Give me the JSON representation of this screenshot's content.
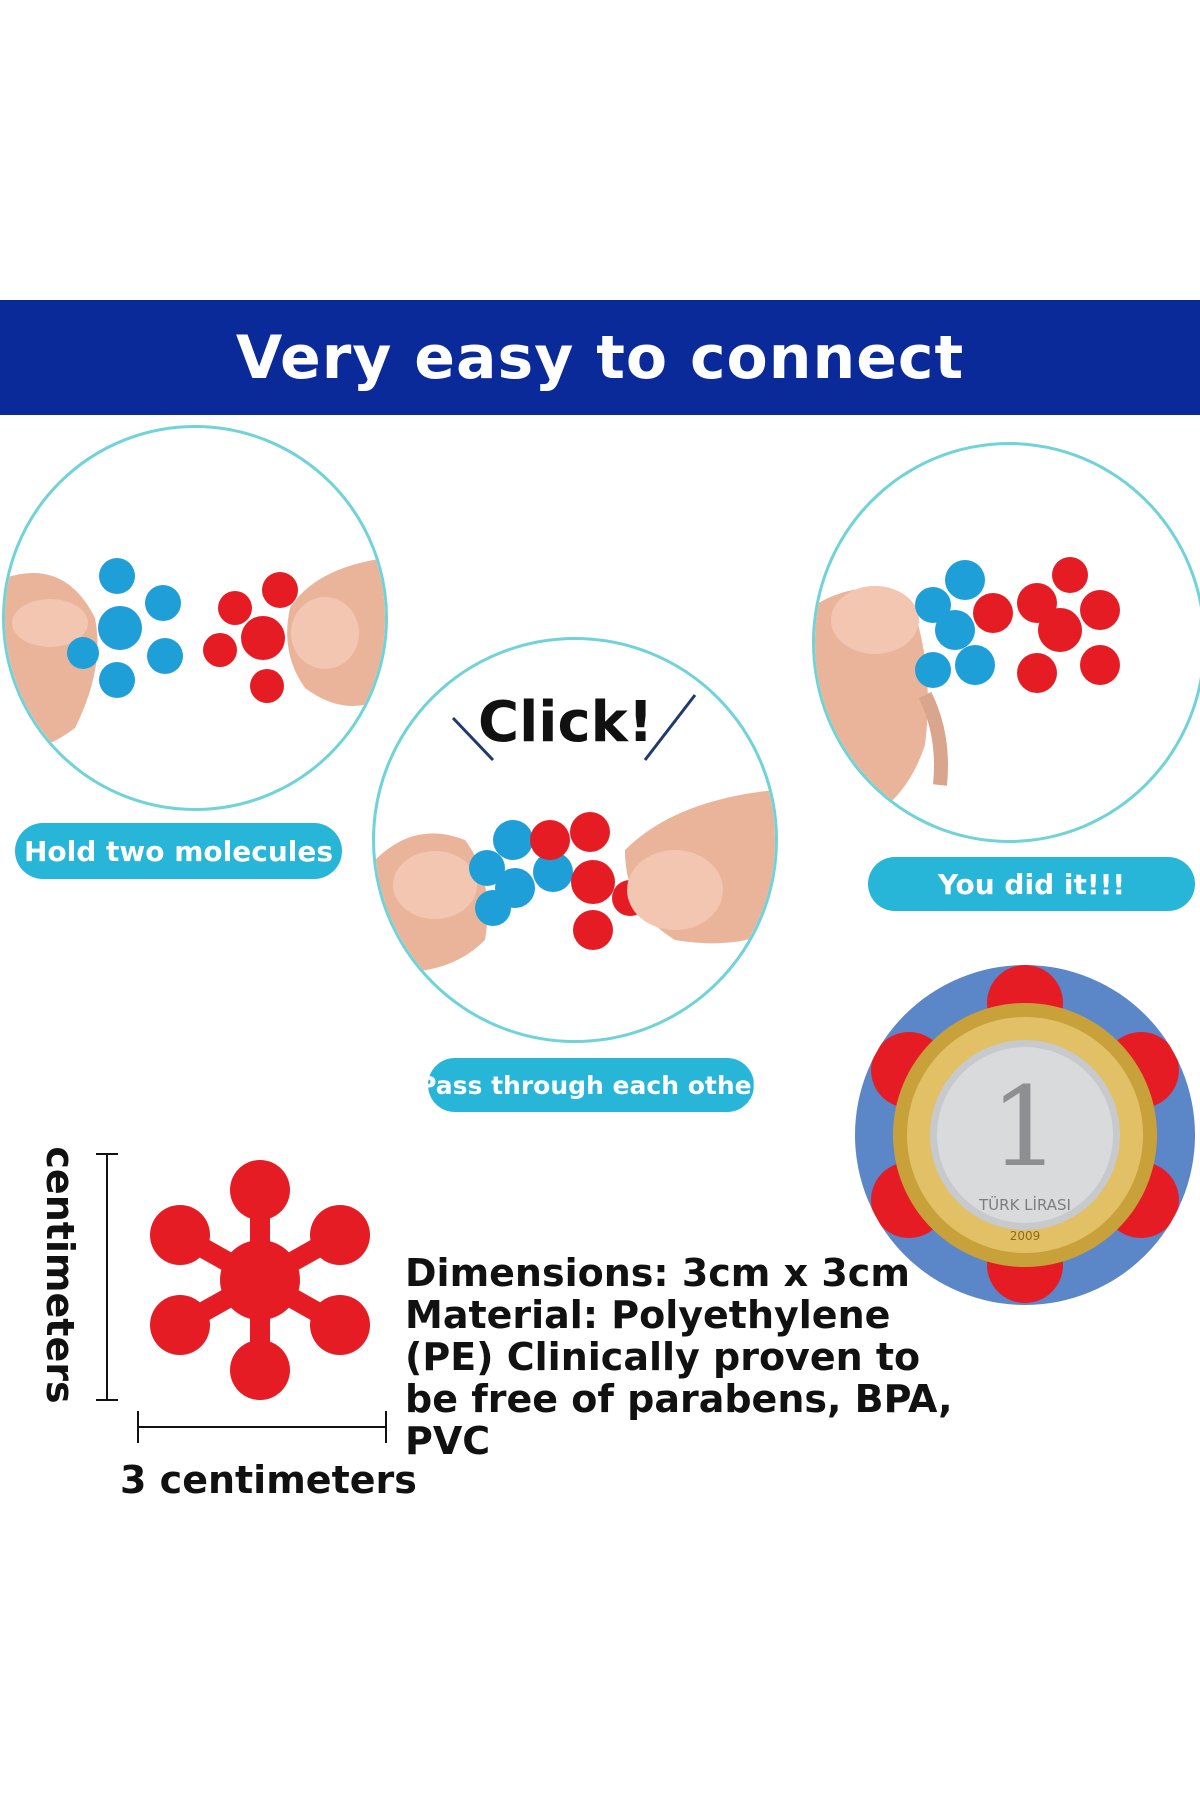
{
  "banner": {
    "title": "Very easy to connect"
  },
  "steps": [
    {
      "label": "Hold two molecules"
    },
    {
      "label": "Pass through each other",
      "sound": "Click!"
    },
    {
      "label": "You did it!!!"
    }
  ],
  "coin": {
    "label_1": "1",
    "label_2": "TÜRK LİRASI",
    "year": "2009"
  },
  "dimensions": {
    "width_label": "3 centimeters",
    "height_label": "centimeters"
  },
  "spec_text": "Dimensions: 3cm x 3cm Material: Polyethylene (PE) Clinically proven to be free of parabens, BPA, PVC",
  "colors": {
    "banner": "#0b2a9a",
    "pill": "#27b6d8",
    "molecule_red": "#e61c24",
    "molecule_blue": "#1f9fd8",
    "circle_border": "#6fd3d8"
  }
}
